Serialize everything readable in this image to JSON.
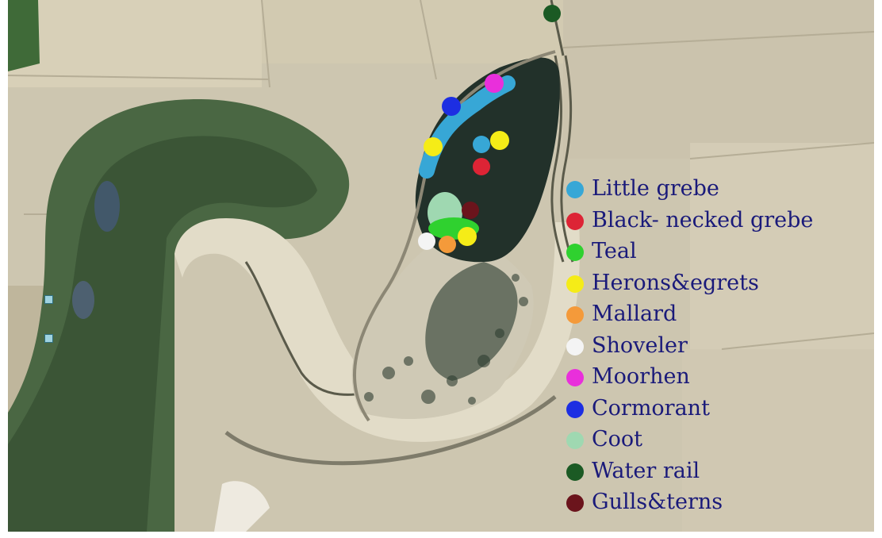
{
  "legend": {
    "items": [
      {
        "label": "Little grebe",
        "color": "#37a7d6"
      },
      {
        "label": "Black- necked grebe",
        "color": "#dd2435"
      },
      {
        "label": "Teal",
        "color": "#2fd12f"
      },
      {
        "label": "Herons&egrets",
        "color": "#f5ec17"
      },
      {
        "label": "Mallard",
        "color": "#f49a3a"
      },
      {
        "label": "Shoveler",
        "color": "#f4f4f4"
      },
      {
        "label": "Moorhen",
        "color": "#e92fdb"
      },
      {
        "label": "Cormorant",
        "color": "#1d2ee2"
      },
      {
        "label": "Coot",
        "color": "#9fd8b1"
      },
      {
        "label": "Water rail",
        "color": "#1b5a24"
      },
      {
        "label": "Gulls&terns",
        "color": "#6b141c"
      }
    ]
  },
  "map": {
    "type": "satellite",
    "colors": {
      "terrain": "#cfc8b4",
      "field": "#d9d1bb",
      "vegetation": "#3e5a3a",
      "wetland": "#27372a"
    }
  }
}
